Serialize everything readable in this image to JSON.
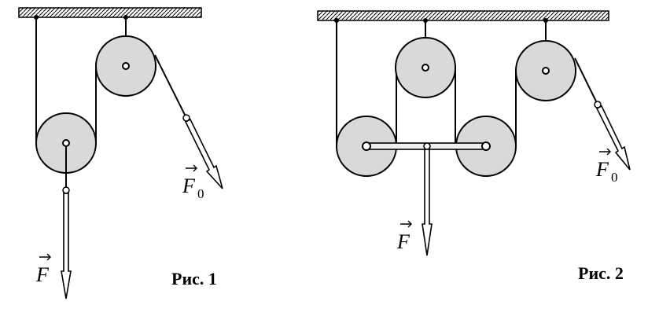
{
  "figures": [
    {
      "caption": "Рис. 1",
      "force_labels": {
        "pull": "F",
        "effort": "F",
        "effort_subscript": "0"
      }
    },
    {
      "caption": "Рис. 2",
      "force_labels": {
        "pull": "F",
        "effort": "F",
        "effort_subscript": "0"
      }
    }
  ],
  "colors": {
    "pulley_fill": "#d9d9d9",
    "ink": "#000000",
    "ceiling_fill": "#ffffff"
  }
}
